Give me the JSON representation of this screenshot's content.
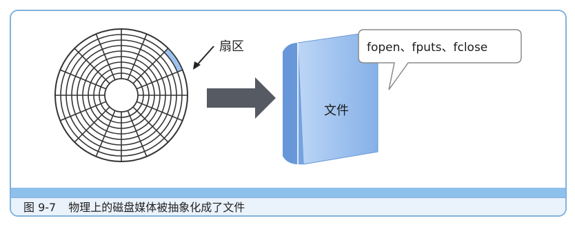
{
  "diagram": {
    "sector_label": "扇区",
    "functions_label": "fopen、fputs、fclose",
    "file_label": "文件"
  },
  "caption": {
    "number": "图 9-7",
    "text": "物理上的磁盘媒体被抽象化成了文件"
  },
  "colors": {
    "frame_border": "#7fb2e0",
    "band": "#8ec0ec",
    "caption_bg": "#eaf2fb",
    "file_blue": "#8fb8ec",
    "arrow": "#555a63",
    "sector_highlight": "#9cc3f0"
  }
}
